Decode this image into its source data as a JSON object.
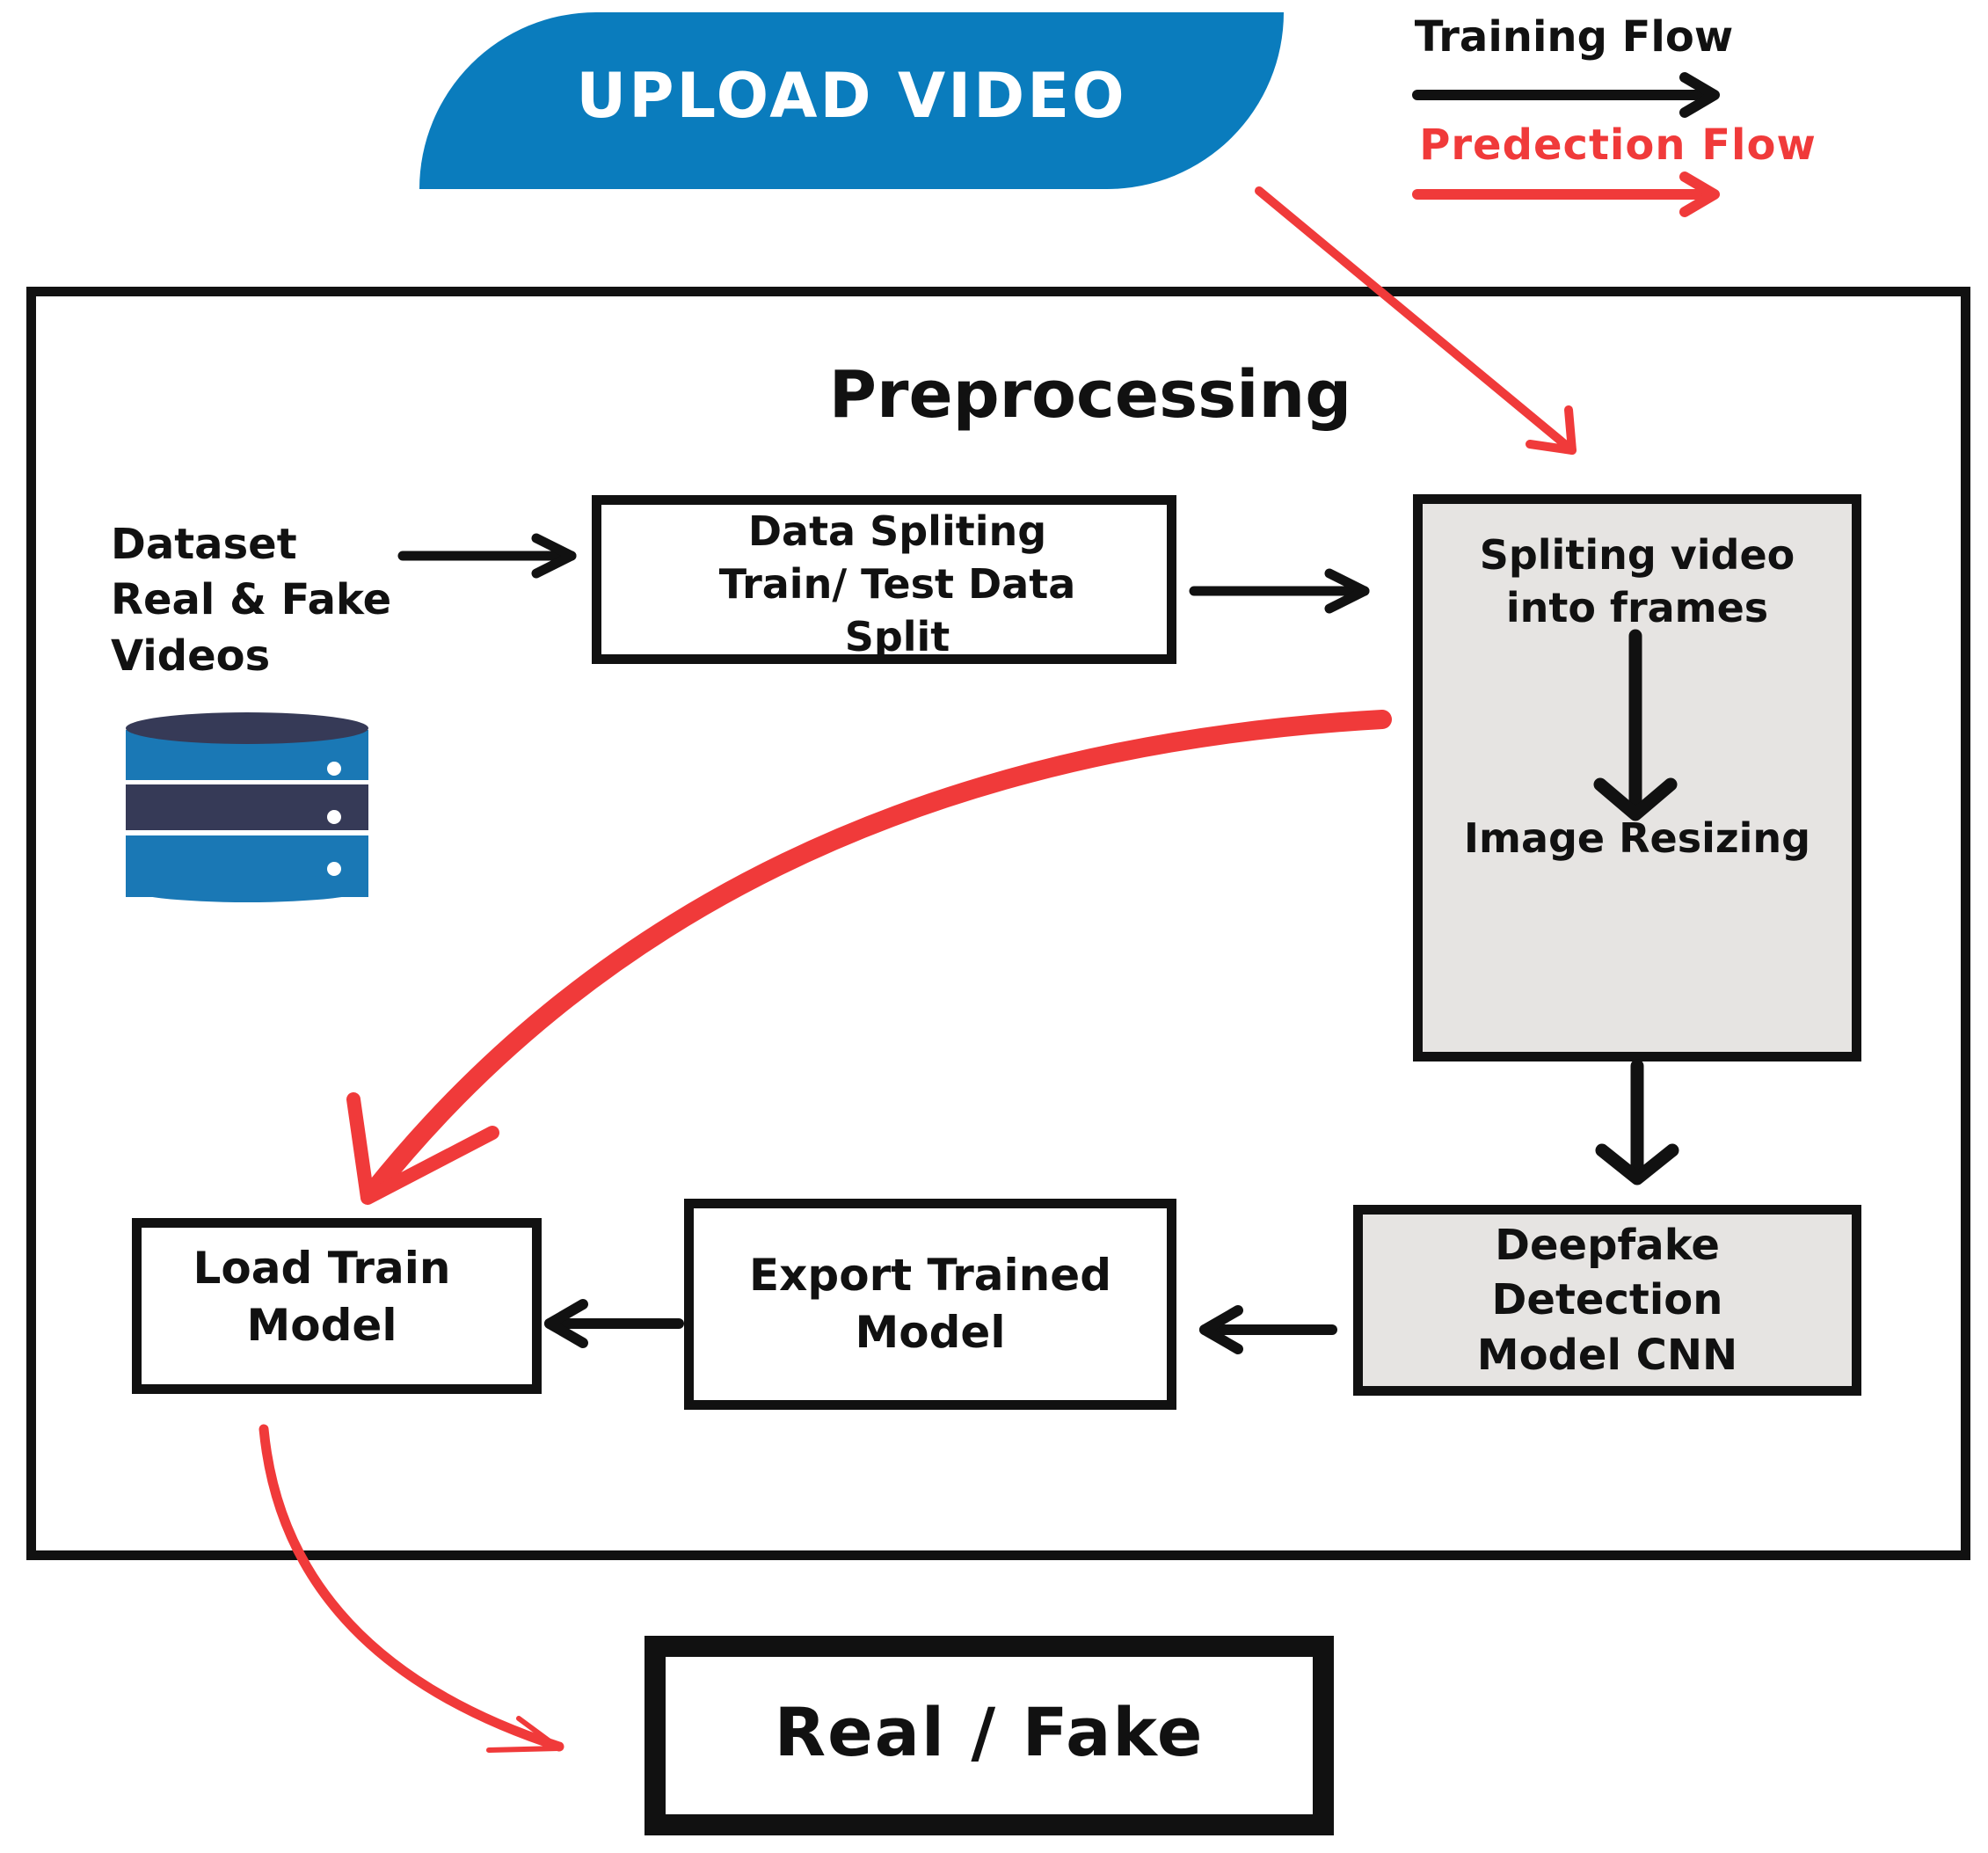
{
  "upload": {
    "label": "UPLOAD VIDEO",
    "color": "#0a7cbd"
  },
  "legend": {
    "training_label": "Training Flow",
    "prediction_label": "Predection Flow",
    "training_color": "#111111",
    "prediction_color": "#f03a3a"
  },
  "preprocessing": {
    "title": "Preprocessing"
  },
  "dataset": {
    "label": "Dataset\nReal & Fake\nVideos",
    "icon": "database-icon"
  },
  "nodes": {
    "data_split": "Data Spliting\nTrain/ Test Data\nSplit",
    "frames_split": "Spliting video\ninto frames",
    "resize": "Image Resizing",
    "cnn": "Deepfake\nDetection\nModel CNN",
    "export": "Export Trained\nModel",
    "load": "Load Train\nModel",
    "output": "Real / Fake"
  }
}
